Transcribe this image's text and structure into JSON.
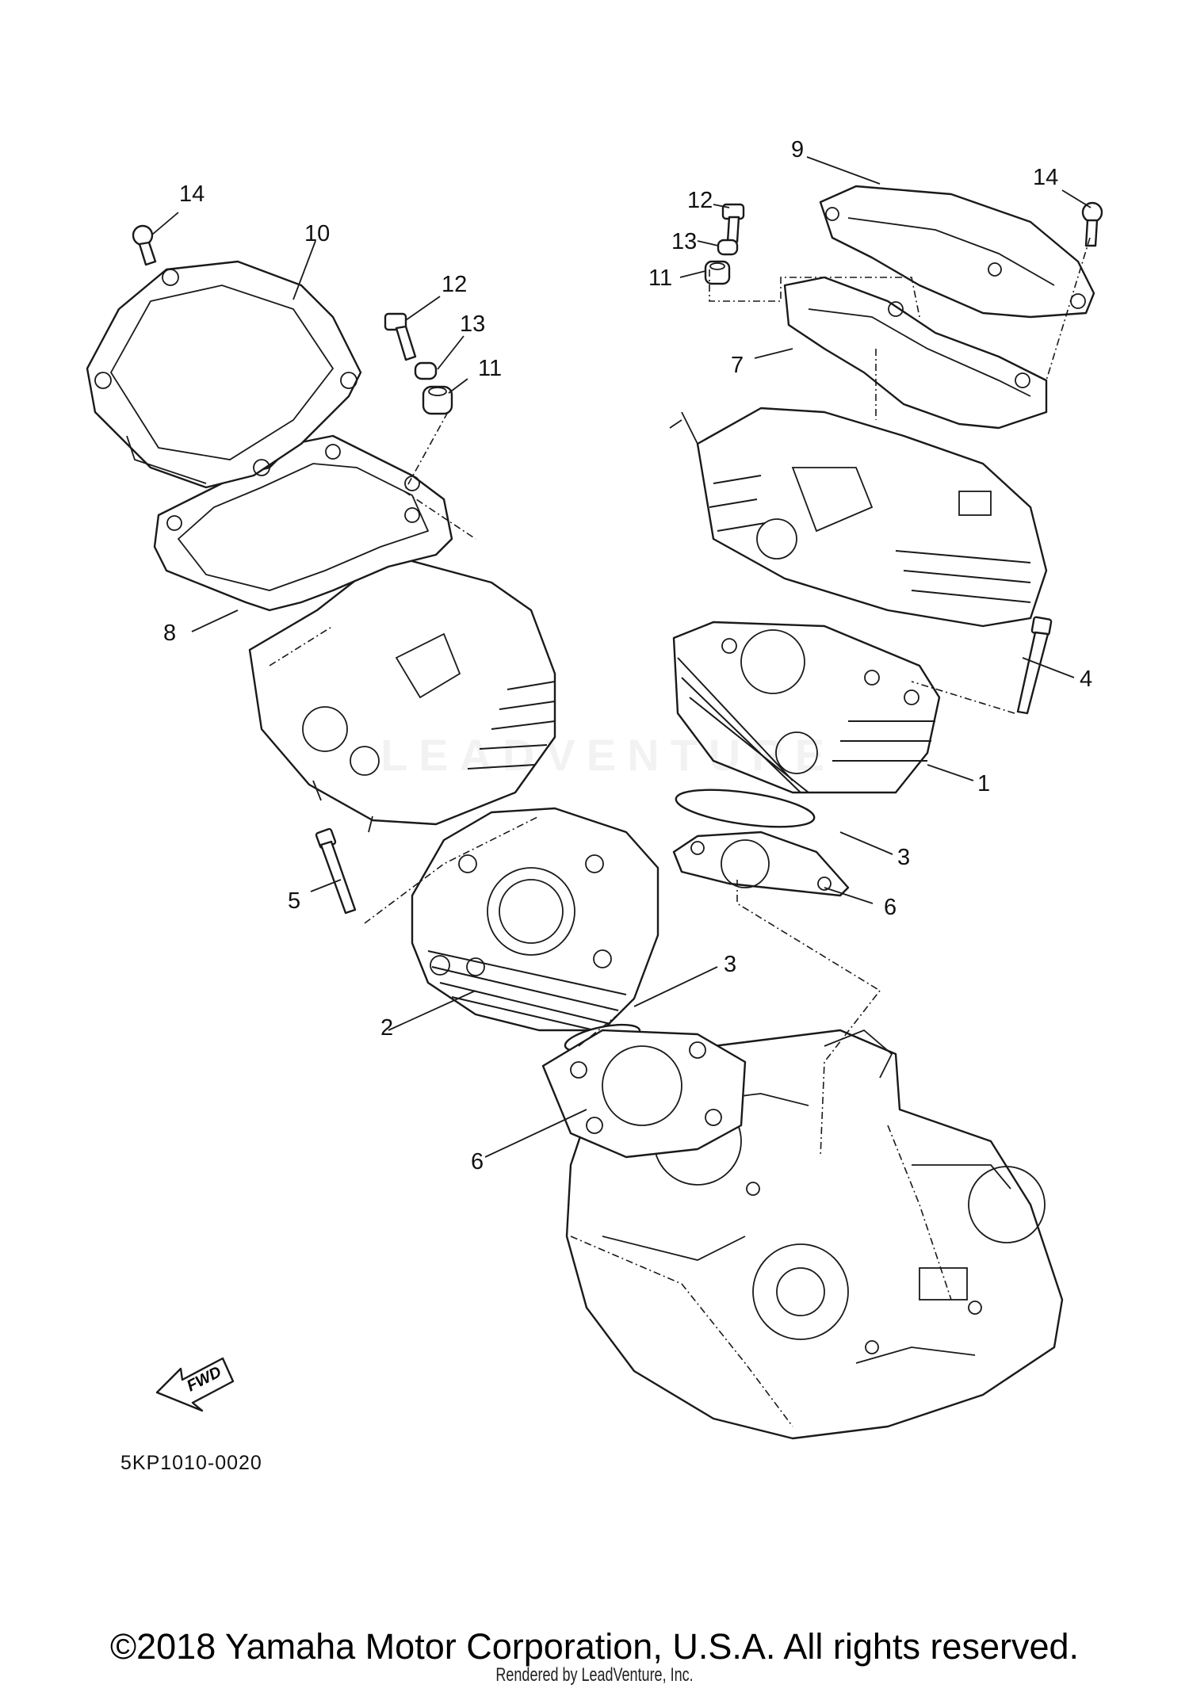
{
  "diagram": {
    "diagram_code": "5KP1010-0020",
    "fwd_label": "FWD",
    "watermark": "LEADVENTURE",
    "callouts": {
      "c1": "1",
      "c2": "2",
      "c3a": "3",
      "c3b": "3",
      "c4": "4",
      "c5": "5",
      "c6a": "6",
      "c6b": "6",
      "c7": "7",
      "c8": "8",
      "c9": "9",
      "c10": "10",
      "c11a": "11",
      "c11b": "11",
      "c12a": "12",
      "c12b": "12",
      "c13a": "13",
      "c13b": "13",
      "c14a": "14",
      "c14b": "14"
    }
  },
  "footer": {
    "copyright": "©2018 Yamaha Motor Corporation, U.S.A. All rights reserved.",
    "rendered_by": "Rendered by LeadVenture, Inc."
  }
}
